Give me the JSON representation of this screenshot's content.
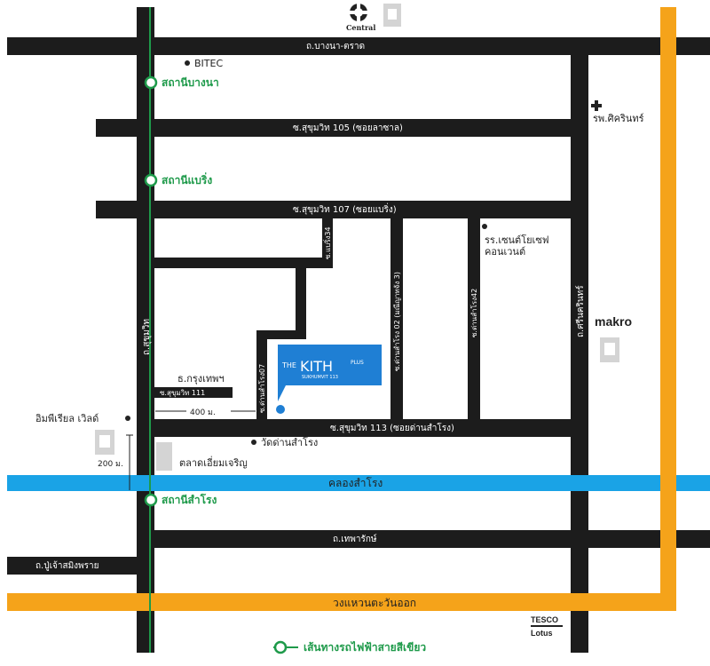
{
  "roads": {
    "bangna_trat": "ถ.บางนา-ตราด",
    "soi_105": "ซ.สุขุมวิท 105 (ซอยลาซาล)",
    "soi_107": "ซ.สุขุมวิท 107 (ซอยแบริ่ง)",
    "soi_113": "ซ.สุขุมวิท 113 (ซอยด่านสำโรง)",
    "thepharak": "ถ.เทพารักษ์",
    "pu_chao": "ถ.ปู่เจ้าสมิงพราย",
    "sukhumvit": "ถ.สุขุมวิท",
    "srinakarin": "ถ.ศรีนครินทร์",
    "soi_111": "ซ.สุขุมวิท 111",
    "bearing_34": "ซ.แบริ่ง34",
    "soi_107_side": "ซ.ด่านสำโรง07",
    "soi_02": "ซ.ด่านสำโรง 02 (มณีญาทจัง 3)",
    "soi_42": "ซ.ด่านสำโรง42",
    "ring_road": "วงแหวนตะวันออก",
    "canal": "คลองสำโรง"
  },
  "stations": {
    "bang_na": "สถานีบางนา",
    "bearing": "สถานีแบริ่ง",
    "samrong": "สถานีสำโรง"
  },
  "places": {
    "bitec": "BITEC",
    "hospital": "รพ.ศิครินทร์",
    "school_line1": "รร.เซนต์โยเซฟ",
    "school_line2": "คอนเวนต์",
    "makro": "makro",
    "bangkok_bank": "ธ.กรุงเทพฯ",
    "imperial": "อิมพีเรียล เวิลด์",
    "wat": "วัดด่านสำโรง",
    "market": "ตลาดเอี่ยมเจริญ",
    "central": "Central",
    "tesco_line1": "TESCO",
    "tesco_line2": "Lotus"
  },
  "distances": {
    "d400": "400 ม.",
    "d200": "200 ม."
  },
  "project": {
    "name_pre": "THE",
    "name_main": "KITH",
    "name_plus": "PLUS",
    "sub": "SUKHUMVIT 113"
  },
  "legend": {
    "bts_green_line": "เส้นทางรถไฟฟ้าสายสีเขียว"
  },
  "colors": {
    "road": "#1c1c1c",
    "ring_road": "#f5a31a",
    "canal": "#1aa3e6",
    "bts": "#1e9a4a",
    "project": "#1f7fd4"
  }
}
